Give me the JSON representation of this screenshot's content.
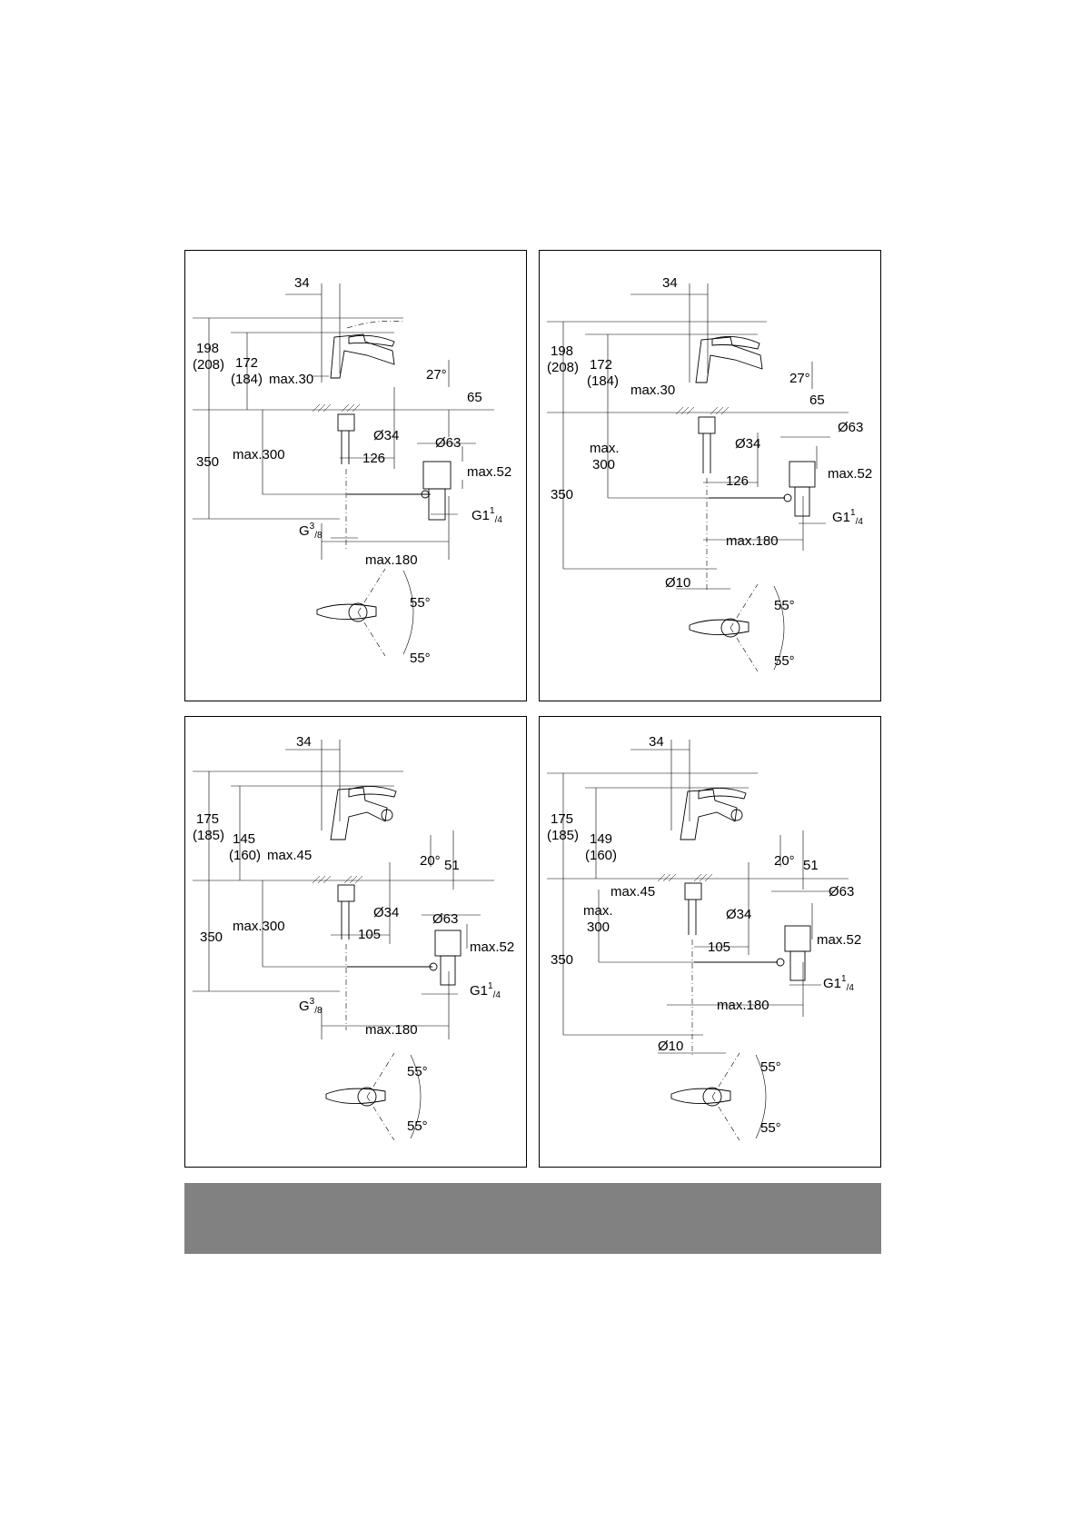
{
  "panels": [
    {
      "id": "p1",
      "dims": {
        "d34": "34",
        "d198": "198",
        "d208": "(208)",
        "d172": "172",
        "d184": "(184)",
        "dmax_top": "max.30",
        "dangle": "27°",
        "dright": "65",
        "dhose": "Ø34",
        "dmid": "max.300",
        "d350": "350",
        "d126": "126",
        "d63": "Ø63",
        "dmax52": "max.52",
        "dg114": "G1",
        "dg114sup": "1",
        "dg114sub": "/4",
        "dg38": "G",
        "dg38sup": "3",
        "dg38sub": "/8",
        "dmax180": "max.180",
        "dang55a": "55°",
        "dang55b": "55°"
      }
    },
    {
      "id": "p2",
      "dims": {
        "d34": "34",
        "d198": "198",
        "d208": "(208)",
        "d172": "172",
        "d184": "(184)",
        "dmax_top": "max.30",
        "dangle": "27°",
        "dright": "65",
        "dhose": "Ø34",
        "dmid1": "max.",
        "dmid2": "300",
        "d350": "350",
        "d126": "126",
        "d63": "Ø63",
        "dmax52": "max.52",
        "dg114": "G1",
        "dg114sup": "1",
        "dg114sub": "/4",
        "dmax180": "max.180",
        "d10": "Ø10",
        "dang55a": "55°",
        "dang55b": "55°"
      }
    },
    {
      "id": "p3",
      "dims": {
        "d34": "34",
        "d175": "175",
        "d185": "(185)",
        "d145": "145",
        "d160": "(160)",
        "dmax_top": "max.45",
        "dangle": "20°",
        "dright": "51",
        "dhose": "Ø34",
        "dmid": "max.300",
        "d350": "350",
        "d105": "105",
        "d63": "Ø63",
        "dmax52": "max.52",
        "dg114": "G1",
        "dg114sup": "1",
        "dg114sub": "/4",
        "dg38": "G",
        "dg38sup": "3",
        "dg38sub": "/8",
        "dmax180": "max.180",
        "dang55a": "55°",
        "dang55b": "55°"
      }
    },
    {
      "id": "p4",
      "dims": {
        "d34": "34",
        "d175": "175",
        "d185": "(185)",
        "d149": "149",
        "d160": "(160)",
        "dmax_top": "max.45",
        "dangle": "20°",
        "dright": "51",
        "dhose": "Ø34",
        "dmid1": "max.",
        "dmid2": "300",
        "d350": "350",
        "d105": "105",
        "d63": "Ø63",
        "dmax52": "max.52",
        "dg114": "G1",
        "dg114sup": "1",
        "dg114sub": "/4",
        "dmax180": "max.180",
        "d10": "Ø10",
        "dang55a": "55°",
        "dang55b": "55°"
      }
    }
  ]
}
